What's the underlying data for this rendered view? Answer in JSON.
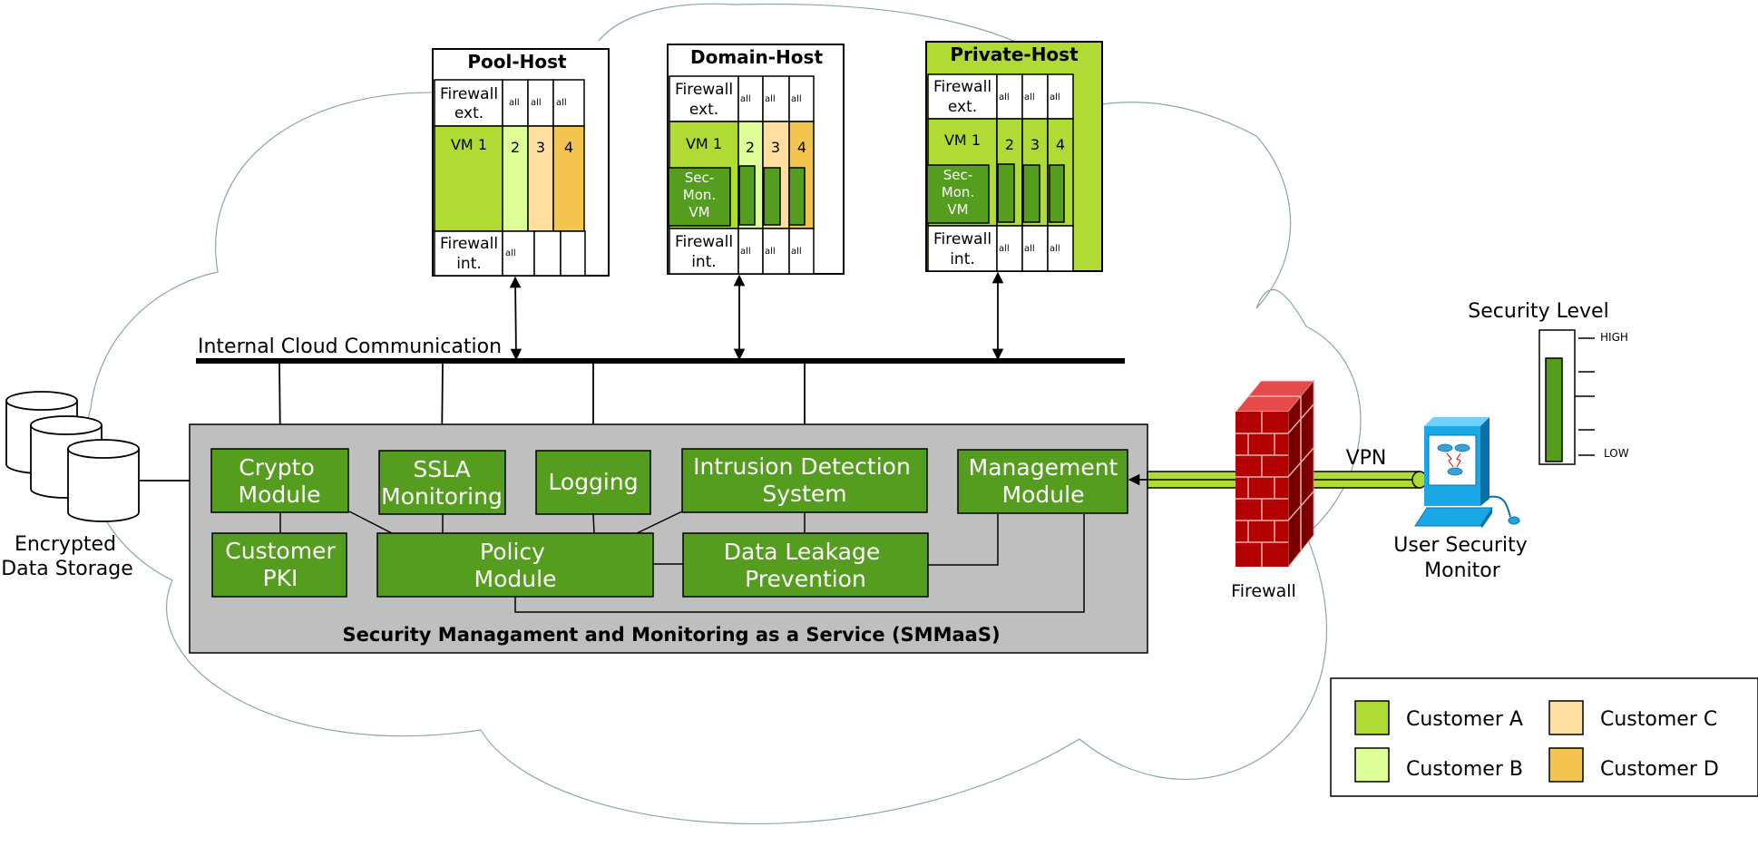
{
  "hosts": {
    "pool": {
      "title": "Pool-Host",
      "fw_ext": [
        "Firewall",
        "ext."
      ],
      "fw_int": [
        "Firewall",
        "int."
      ],
      "fw_small": "all",
      "vm1": "VM 1",
      "vms": [
        "2",
        "3",
        "4"
      ]
    },
    "domain": {
      "title": "Domain-Host",
      "fw_ext": [
        "Firewall",
        "ext."
      ],
      "fw_int": [
        "Firewall",
        "int."
      ],
      "fw_small": "all",
      "vm1": "VM 1",
      "vms": [
        "2",
        "3",
        "4"
      ],
      "secmon": [
        "Sec-",
        "Mon.",
        "VM"
      ]
    },
    "private": {
      "title": "Private-Host",
      "fw_ext": [
        "Firewall",
        "ext."
      ],
      "fw_int": [
        "Firewall",
        "int."
      ],
      "fw_small": "all",
      "vm1": "VM 1",
      "vms": [
        "2",
        "3",
        "4"
      ],
      "secmon": [
        "Sec-",
        "Mon.",
        "VM"
      ]
    }
  },
  "bus_label": "Internal Cloud Communication",
  "storage_label": [
    "Encrypted",
    "Data Storage"
  ],
  "smmaas": {
    "title": "Security Managament and Monitoring as a Service (SMMaaS)",
    "modules": {
      "crypto": [
        "Crypto",
        "Module"
      ],
      "ssla": [
        "SSLA",
        "Monitoring"
      ],
      "logging": [
        "Logging"
      ],
      "ids": [
        "Intrusion Detection",
        "System"
      ],
      "mgmt": [
        "Management",
        "Module"
      ],
      "pki": [
        "Customer",
        "PKI"
      ],
      "policy": [
        "Policy",
        "Module"
      ],
      "dlp": [
        "Data Leakage",
        "Prevention"
      ]
    }
  },
  "firewall_label": "Firewall",
  "vpn_label": "VPN",
  "user_monitor_label": [
    "User Security",
    "Monitor"
  ],
  "security_level": {
    "title": "Security Level",
    "high": "HIGH",
    "low": "LOW",
    "level_fraction": 0.8
  },
  "legend": [
    {
      "label": "Customer A",
      "color": "#b0db34"
    },
    {
      "label": "Customer B",
      "color": "#deff98"
    },
    {
      "label": "Customer C",
      "color": "#ffdf9f"
    },
    {
      "label": "Customer D",
      "color": "#f4c54e"
    }
  ],
  "colors": {
    "module_green": "#559d1e",
    "customer_a": "#b0db34",
    "customer_b": "#deff98",
    "customer_c": "#ffdf9f",
    "customer_d": "#f4c54e",
    "smmaas_bg": "#bfbfbf",
    "firewall_red": "#b30000",
    "monitor_blue": "#1aa7e6"
  }
}
